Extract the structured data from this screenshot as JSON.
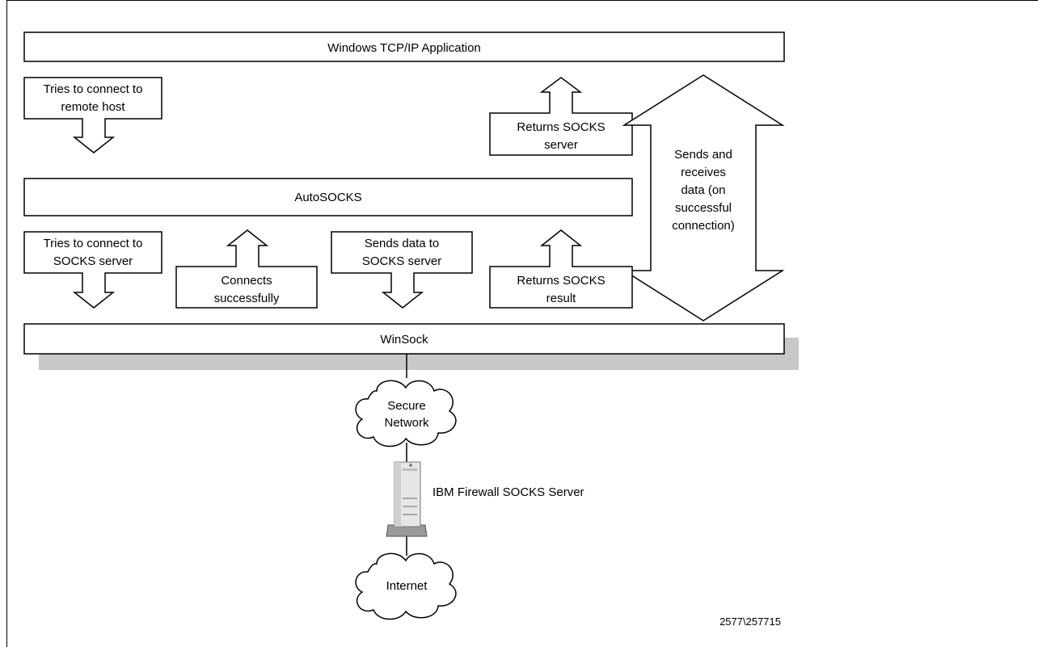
{
  "layers": {
    "app": "Windows TCP/IP Application",
    "autosocks": "AutoSOCKS",
    "winsock": "WinSock"
  },
  "arrows": {
    "tries_remote": [
      "Tries to connect to",
      "remote host"
    ],
    "returns_server": [
      "Returns SOCKS",
      "server"
    ],
    "sends_receives": [
      "Sends and",
      "receives",
      "data (on",
      "successful",
      "connection)"
    ],
    "tries_socks": [
      "Tries to connect to",
      "SOCKS server"
    ],
    "connects": [
      "Connects",
      "successfully"
    ],
    "sends_data": [
      "Sends data to",
      "SOCKS server"
    ],
    "returns_result": [
      "Returns SOCKS",
      "result"
    ]
  },
  "network": {
    "secure": [
      "Secure",
      "Network"
    ],
    "firewall": "IBM Firewall SOCKS Server",
    "internet": "Internet"
  },
  "figure_id": "2577\\257715"
}
